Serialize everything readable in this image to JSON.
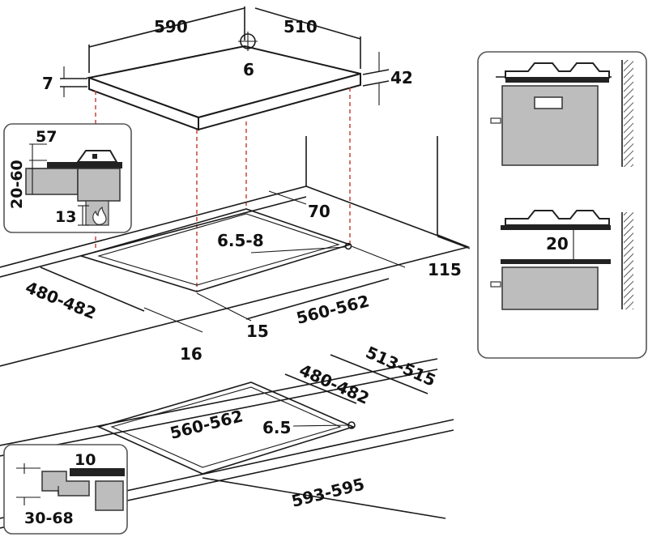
{
  "labels": {
    "top_width": "590",
    "top_depth": "510",
    "center_diameter": "6",
    "glass_thickness": "7",
    "overall_height": "42",
    "inset_top": "57",
    "inset_side_range": "20-60",
    "inset_bottom": "13",
    "cut_depth_back": "70",
    "cut_offset": "6.5-8",
    "side_distance": "115",
    "cut_depth": "480-482",
    "cut_width": "560-562",
    "front_margin": "15",
    "worktop_front": "16",
    "flush_outer_depth": "513-515",
    "flush_depth": "480-482",
    "flush_width": "560-562",
    "flush_offset": "6.5",
    "flush_outer_width": "593-595",
    "inset2_top": "10",
    "inset2_range": "30-68",
    "right_gap": "20"
  },
  "colors": {
    "line": "#1a1a1a",
    "hidden_line": "#c0392b",
    "panel_fill": "#bdbdbd",
    "panel_stroke": "#555555",
    "hob_dark": "#222222"
  },
  "icons": {
    "gas": "flame-icon",
    "dimension_arrow": "arrow-icon"
  }
}
